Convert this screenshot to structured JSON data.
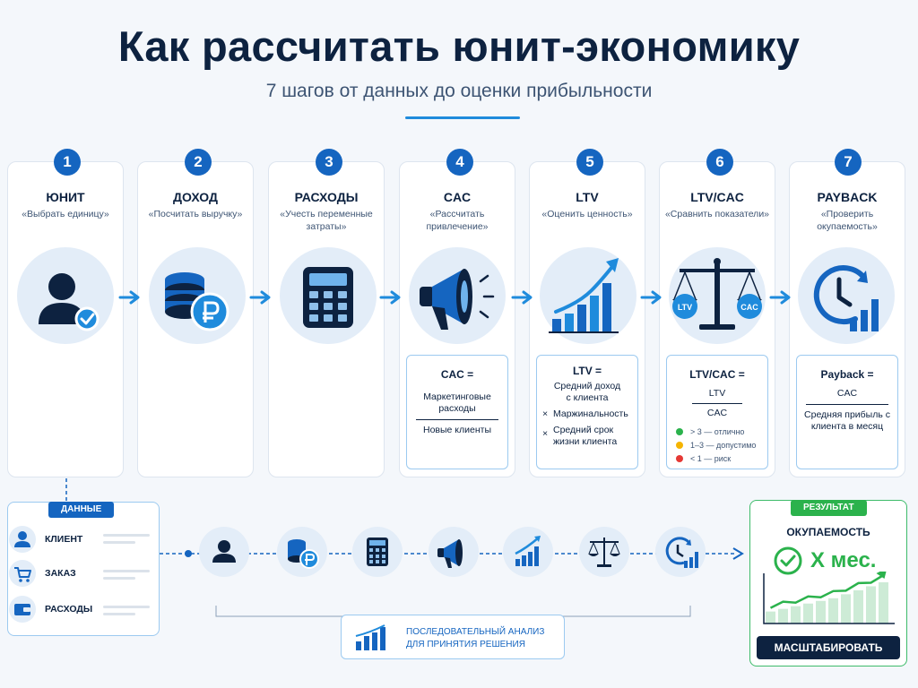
{
  "header": {
    "title": "Как рассчитать юнит-экономику",
    "subtitle": "7 шагов от данных до оценки прибыльности"
  },
  "steps": [
    {
      "num": "1",
      "title": "ЮНИТ",
      "sub": "«Выбрать единицу»",
      "icon": "user-check-icon"
    },
    {
      "num": "2",
      "title": "ДОХОД",
      "sub": "«Посчитать выручку»",
      "icon": "coins-ruble-icon"
    },
    {
      "num": "3",
      "title": "РАСХОДЫ",
      "sub": "«Учесть переменные затраты»",
      "icon": "calculator-icon"
    },
    {
      "num": "4",
      "title": "CAC",
      "sub": "«Рассчитать привлечение»",
      "icon": "megaphone-icon"
    },
    {
      "num": "5",
      "title": "LTV",
      "sub": "«Оценить ценность»",
      "icon": "growth-chart-icon"
    },
    {
      "num": "6",
      "title": "LTV/CAC",
      "sub": "«Сравнить показатели»",
      "icon": "scales-icon"
    },
    {
      "num": "7",
      "title": "PAYBACK",
      "sub": "«Проверить окупаемость»",
      "icon": "clock-chart-icon"
    }
  ],
  "scales_labels": {
    "left": "LTV",
    "right": "CAC"
  },
  "formulas": {
    "cac": {
      "title": "CAC =",
      "numerator": "Маркетинговые расходы",
      "denominator": "Новые клиенты"
    },
    "ltv": {
      "title": "LTV =",
      "line1": "Средний доход с клиента",
      "mult": "×",
      "line2": "Маржинальность",
      "line3": "Средний срок жизни клиента"
    },
    "ratio": {
      "title": "LTV/CAC =",
      "numerator": "LTV",
      "denominator": "CAC",
      "legend": [
        {
          "text": "> 3 — отлично",
          "color": "#2bb24c"
        },
        {
          "text": "1–3 — допустимо",
          "color": "#f5b400"
        },
        {
          "text": "< 1 — риск",
          "color": "#e53935"
        }
      ]
    },
    "payback": {
      "title": "Payback =",
      "numerator": "CAC",
      "denominator": "Средняя прибыль с клиента в месяц"
    }
  },
  "data_panel": {
    "tag": "ДАННЫЕ",
    "items": [
      {
        "label": "КЛИЕНТ",
        "icon": "user-icon"
      },
      {
        "label": "ЗАКАЗ",
        "icon": "cart-icon"
      },
      {
        "label": "РАСХОДЫ",
        "icon": "wallet-icon"
      }
    ]
  },
  "analysis": {
    "text": "ПОСЛЕДОВАТЕЛЬНЫЙ АНАЛИЗ ДЛЯ ПРИНЯТИЯ РЕШЕНИЯ",
    "icon": "bar-growth-icon"
  },
  "result": {
    "tag": "РЕЗУЛЬТАТ",
    "heading": "ОКУПАЕМОСТЬ",
    "value": "Х мес.",
    "button": "МАСШТАБИРОВАТЬ",
    "bars": [
      18,
      22,
      26,
      30,
      34,
      38,
      44,
      50,
      56,
      62
    ]
  },
  "colors": {
    "navy": "#0d2240",
    "blue": "#1565c0",
    "accent": "#1f8bdc",
    "light": "#e3edf8",
    "green": "#2bb24c"
  }
}
